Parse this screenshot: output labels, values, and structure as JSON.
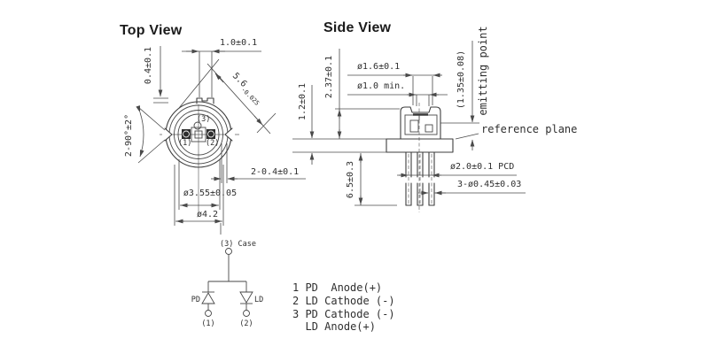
{
  "titles": {
    "top_view": "Top View",
    "side_view": "Side View"
  },
  "top_view": {
    "dim_tab_height": "0.4±0.1",
    "dim_tab_width": "1.0±0.1",
    "dim_body_dia_main": "5.6",
    "dim_body_dia_tol": "-0.025",
    "dim_notch_angle": "2-90°±2°",
    "dim_notch_width": "2-0.4±0.1",
    "dim_inner_dia": "ø3.55±0.05",
    "dim_stem_dia": "ø4.2",
    "pin3": "(3)",
    "pin1": "(1)",
    "pin2": "(2)"
  },
  "side_view": {
    "dim_cap_height": "2.37±0.1",
    "dim_flange_thickness": "1.2±0.1",
    "dim_window_dia": "ø1.6±0.1",
    "dim_aperture_dia": "ø1.0 min.",
    "dim_emitting_height": "(1.35±0.08)",
    "label_emitting_point": "emitting point",
    "label_reference_plane": "reference plane",
    "dim_pcd": "ø2.0±0.1 PCD",
    "dim_pin_dia": "3-ø0.45±0.03",
    "dim_pin_length": "6.5±0.3"
  },
  "schematic": {
    "case_label": "(3) Case",
    "pd_label": "PD",
    "ld_label": "LD",
    "pin1": "(1)",
    "pin2": "(2)",
    "functions": [
      "1 PD  Anode(+)",
      "2 LD Cathode (-)",
      "3 PD Cathode (-)",
      "LD Anode(+)"
    ]
  },
  "colors": {
    "line": "#3e3e3e",
    "text": "#2f2f2f",
    "background": "#ffffff"
  }
}
